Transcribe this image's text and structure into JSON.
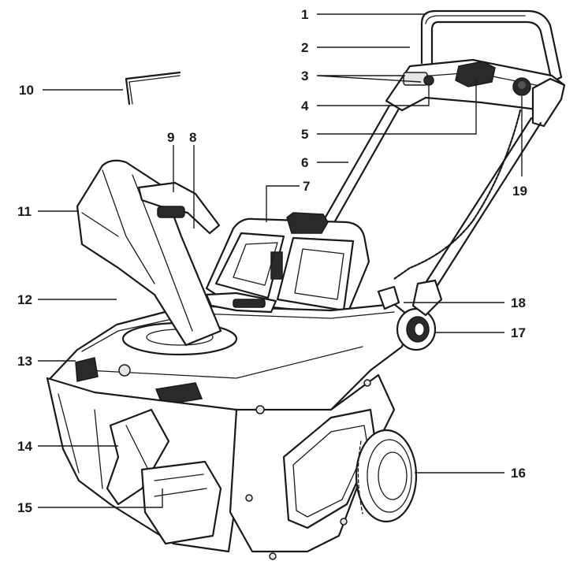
{
  "callouts": [
    {
      "id": "1",
      "label": "1"
    },
    {
      "id": "2",
      "label": "2"
    },
    {
      "id": "3",
      "label": "3"
    },
    {
      "id": "4",
      "label": "4"
    },
    {
      "id": "5",
      "label": "5"
    },
    {
      "id": "6",
      "label": "6"
    },
    {
      "id": "7",
      "label": "7"
    },
    {
      "id": "8",
      "label": "8"
    },
    {
      "id": "9",
      "label": "9"
    },
    {
      "id": "10",
      "label": "10"
    },
    {
      "id": "11",
      "label": "11"
    },
    {
      "id": "12",
      "label": "12"
    },
    {
      "id": "13",
      "label": "13"
    },
    {
      "id": "14",
      "label": "14"
    },
    {
      "id": "15",
      "label": "15"
    },
    {
      "id": "16",
      "label": "16"
    },
    {
      "id": "17",
      "label": "17"
    },
    {
      "id": "18",
      "label": "18"
    },
    {
      "id": "19",
      "label": "19"
    }
  ],
  "colors": {
    "ink": "#1a1a1a",
    "background": "#ffffff"
  }
}
